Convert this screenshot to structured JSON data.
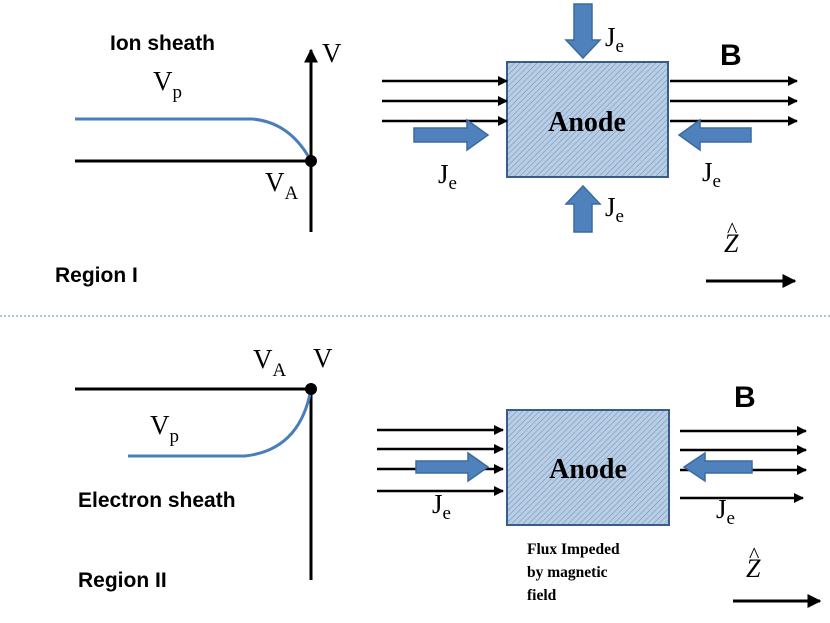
{
  "colors": {
    "curve": "#4a7ebb",
    "block_arrow_fill": "#4f81bd",
    "block_arrow_stroke": "#3a6a9f",
    "anode_fill": "#b9cde5",
    "anode_hatch": "#6a8fb5",
    "anode_stroke": "#385d8a",
    "separator": "#7fa3cc",
    "ink": "#000000"
  },
  "region1": {
    "title": "Ion sheath",
    "region_label": "Region I",
    "axis_label": "V",
    "vp_main": "V",
    "vp_sub": "p",
    "va_main": "V",
    "va_sub": "A",
    "anode_label": "Anode",
    "b_label": "B",
    "je_main": "J",
    "je_sub": "e",
    "z_label": "Z",
    "z_hat": "^"
  },
  "region2": {
    "title": "Electron sheath",
    "region_label": "Region II",
    "axis_label": "V",
    "vp_main": "V",
    "vp_sub": "p",
    "va_main": "V",
    "va_sub": "A",
    "anode_label": "Anode",
    "b_label": "B",
    "je_main": "J",
    "je_sub": "e",
    "z_label": "Z",
    "z_hat": "^",
    "flux_line1": "Flux Impeded",
    "flux_line2": "by magnetic",
    "flux_line3": "field"
  }
}
